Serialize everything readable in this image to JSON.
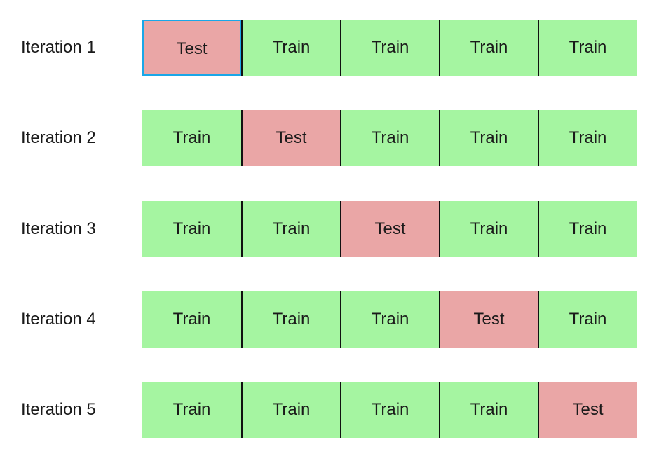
{
  "colors": {
    "train": "#a5f5a1",
    "test": "#eaa6a6",
    "divider": "#111111",
    "selection": "#1aa7e8"
  },
  "iterations": [
    {
      "label": "Iteration 1",
      "folds": [
        "Test",
        "Train",
        "Train",
        "Train",
        "Train"
      ],
      "test_index": 0
    },
    {
      "label": "Iteration 2",
      "folds": [
        "Train",
        "Test",
        "Train",
        "Train",
        "Train"
      ],
      "test_index": 1
    },
    {
      "label": "Iteration 3",
      "folds": [
        "Train",
        "Train",
        "Test",
        "Train",
        "Train"
      ],
      "test_index": 2
    },
    {
      "label": "Iteration 4",
      "folds": [
        "Train",
        "Train",
        "Train",
        "Test",
        "Train"
      ],
      "test_index": 3
    },
    {
      "label": "Iteration 5",
      "folds": [
        "Train",
        "Train",
        "Train",
        "Train",
        "Test"
      ],
      "test_index": 4
    }
  ]
}
